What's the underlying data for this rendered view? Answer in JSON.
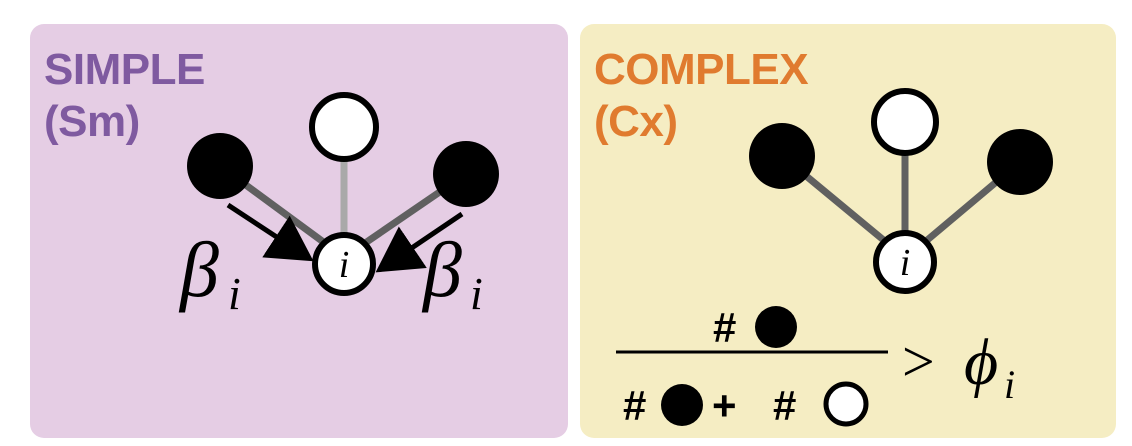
{
  "colors": {
    "simple_bg": "#e5cde4",
    "simple_title": "#7f5aa0",
    "complex_bg": "#f5edc3",
    "complex_title": "#e07b2f",
    "filled_node": "#000000",
    "empty_node": "#ffffff",
    "edge_active": "#606060",
    "edge_inactive": "#a9a9a9"
  },
  "panels": {
    "simple": {
      "title": "SIMPLE",
      "abbrev": "(Sm)",
      "center_label": "i",
      "rate_symbol": "β",
      "rate_subscript": "i"
    },
    "complex": {
      "title": "COMPLEX",
      "abbrev": "(Cx)",
      "center_label": "i",
      "numerator_hash": "#",
      "denominator_hash_1": "#",
      "plus": "+",
      "denominator_hash_2": "#",
      "comparator": ">",
      "threshold_symbol": "ϕ",
      "threshold_subscript": "i"
    }
  }
}
